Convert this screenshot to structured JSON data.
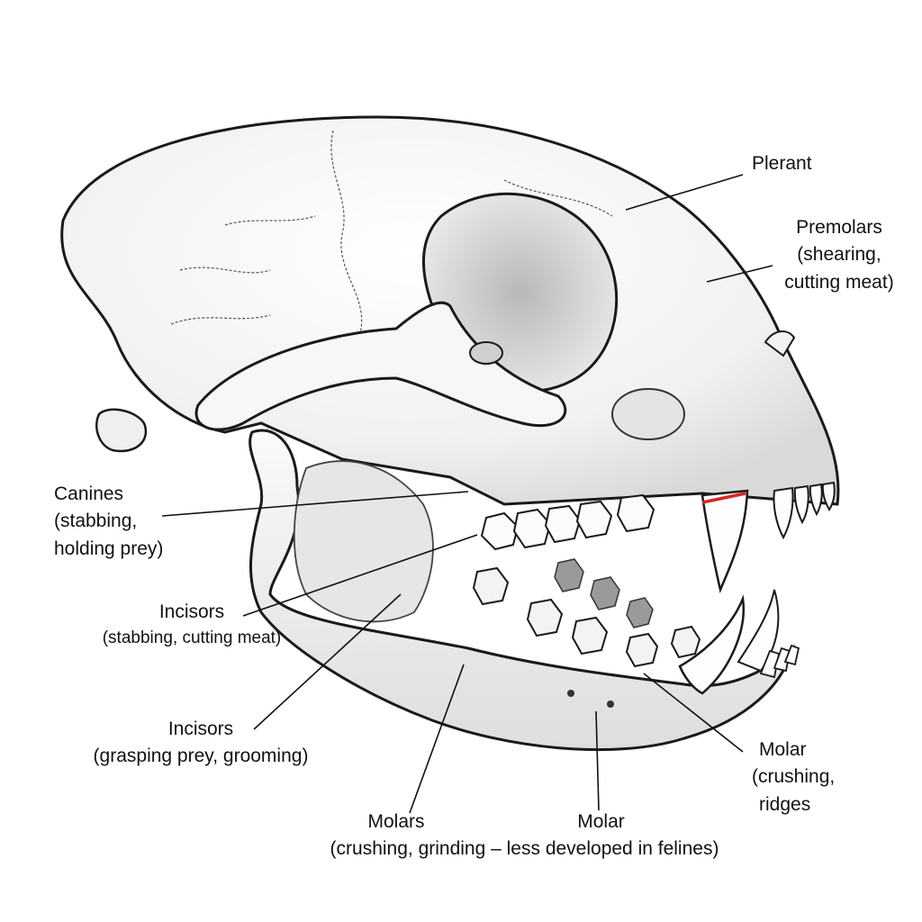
{
  "labels": {
    "plerant": {
      "title": "Plerant"
    },
    "premolars": {
      "title": "Premolars",
      "line1": "(shearing,",
      "line2": "cutting meat)"
    },
    "canines": {
      "title": "Canines",
      "line1": "(stabbing,",
      "line2": "holding prey)"
    },
    "incisors_upper": {
      "title": "Incisors",
      "line1": "(stabbing, cutting meat)"
    },
    "incisors_lower": {
      "title": "Incisors",
      "line1": "(grasping prey, grooming)"
    },
    "molars": {
      "title": "Molars"
    },
    "molar_bottom": {
      "title": "Molar"
    },
    "molars_bottom_desc": "(crushing, grinding – less developed in felines)",
    "molar_right": {
      "title": "Molar",
      "line1": "(crushing,",
      "line2": "ridges"
    }
  },
  "colors": {
    "outline": "#1a1a1a",
    "bone": "#f4f4f4",
    "shade": "#cfcfcf",
    "accent": "#d62828"
  }
}
